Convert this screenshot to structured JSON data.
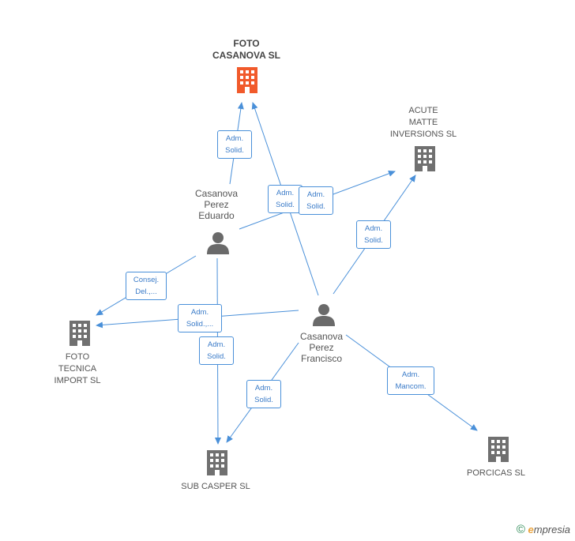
{
  "colors": {
    "edge": "#4a90d9",
    "main_company": "#f15a2b",
    "company": "#707070",
    "person": "#6a6a6a"
  },
  "companies": {
    "foto_casanova": {
      "name": "FOTO\nCASANOVA SL",
      "icon": "building-icon"
    },
    "acute_matte": {
      "name": "ACUTE\nMATTE\nINVERSIONS SL",
      "icon": "building-icon"
    },
    "foto_tecnica": {
      "name": "FOTO\nTECNICA\nIMPORT SL",
      "icon": "building-icon"
    },
    "sub_casper": {
      "name": "SUB CASPER SL",
      "icon": "building-icon"
    },
    "porcicas": {
      "name": "PORCICAS SL",
      "icon": "building-icon"
    }
  },
  "people": {
    "eduardo": {
      "name": "Casanova\nPerez\nEduardo",
      "icon": "person-icon"
    },
    "francisco": {
      "name": "Casanova\nPerez\nFrancisco",
      "icon": "person-icon"
    }
  },
  "edges": {
    "e1": "Adm.\nSolid.",
    "e2": "Adm.\nSolid.",
    "e3": "Adm.\nSolid.",
    "e4": "Adm.\nSolid.",
    "e5": "Consej.\nDel.,...",
    "e6": "Adm.\nSolid.,...",
    "e7": "Adm.\nSolid.",
    "e8": "Adm.\nSolid.",
    "e9": "Adm.\nMancom."
  },
  "footer": {
    "copyright": "©",
    "brand_initial": "e",
    "brand_rest": "mpresia"
  }
}
